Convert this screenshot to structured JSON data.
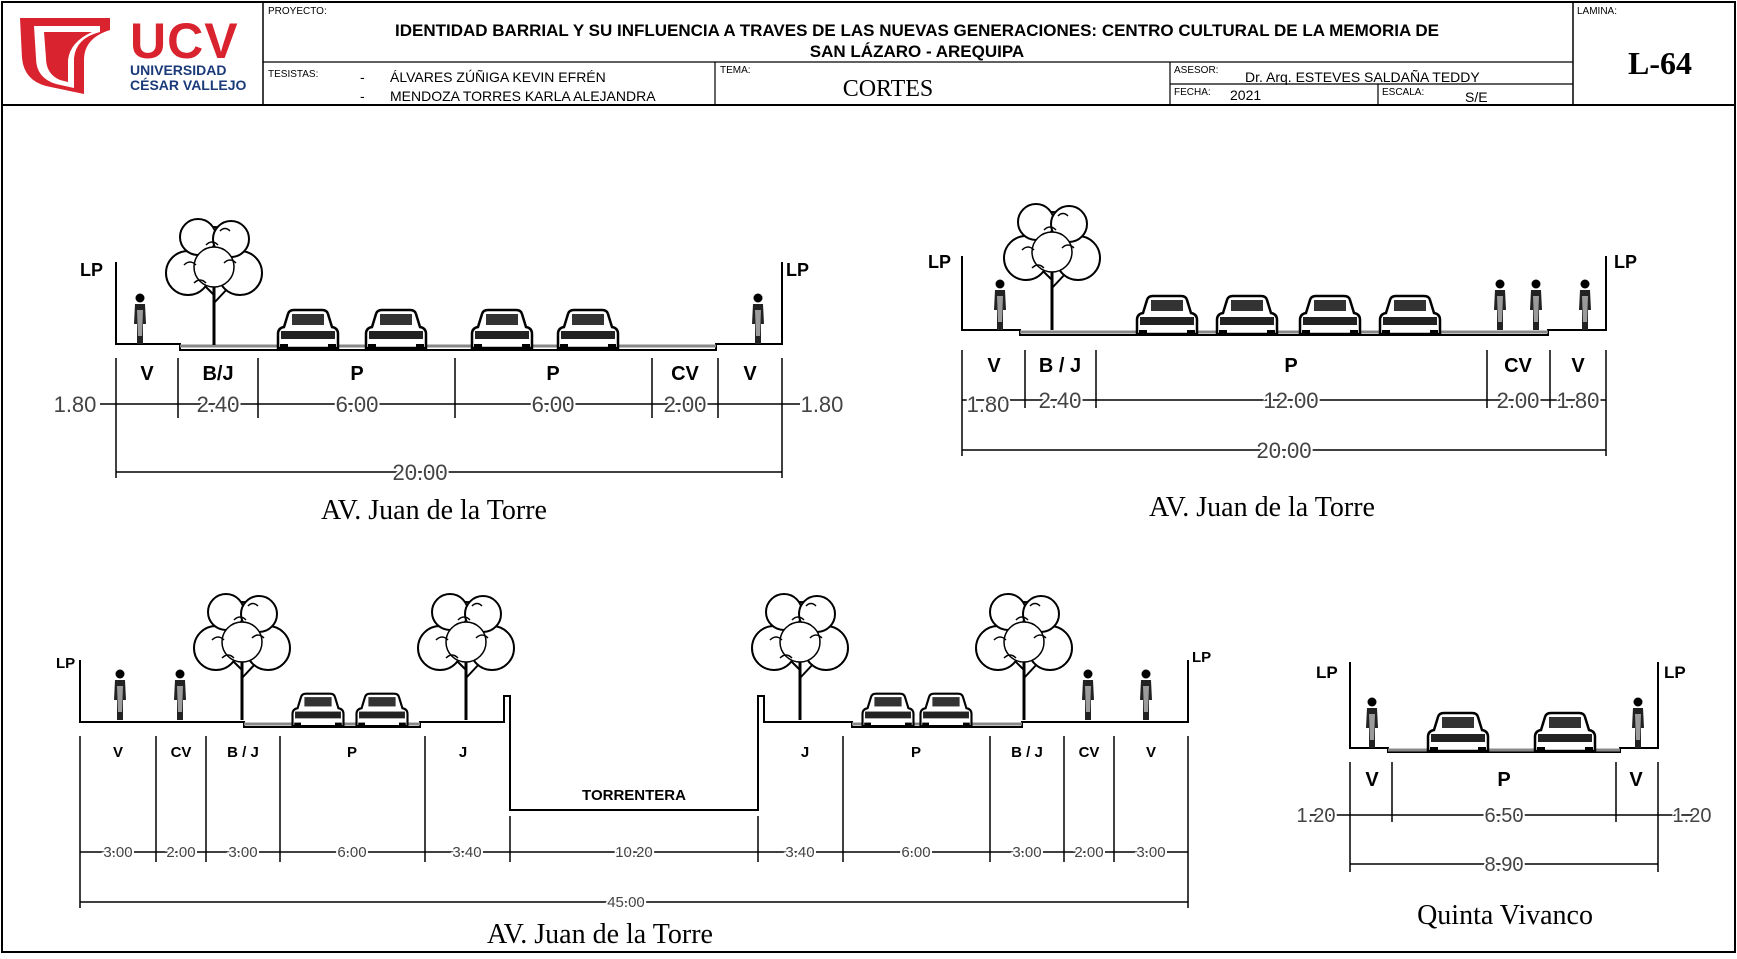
{
  "header": {
    "logo": {
      "acronym": "UCV",
      "line1": "UNIVERSIDAD",
      "line2": "CÉSAR VALLEJO",
      "colors": {
        "red": "#d9232e",
        "navy": "#1b3a7a"
      }
    },
    "proyecto_label": "PROYECTO:",
    "proyecto_line1": "IDENTIDAD BARRIAL Y SU INFLUENCIA A TRAVES DE LAS NUEVAS GENERACIONES: CENTRO CULTURAL DE LA MEMORIA DE",
    "proyecto_line2": "SAN LÁZARO - AREQUIPA",
    "tesistas_label": "TESISTAS:",
    "tesista1": "ÁLVARES ZÚÑIGA KEVIN EFRÉN",
    "tesista2": "MENDOZA TORRES KARLA ALEJANDRA",
    "tesista_dash": "-",
    "tema_label": "TEMA:",
    "tema": "CORTES",
    "asesor_label": "ASESOR:",
    "asesor": "Dr. Arq. ESTEVES SALDAÑA TEDDY",
    "fecha_label": "FECHA:",
    "fecha": "2021",
    "escala_label": "ESCALA:",
    "escala": "S/E",
    "lamina_label": "LAMINA:",
    "lamina": "L-64"
  },
  "sections": {
    "s1": {
      "title": "AV. Juan de la Torre",
      "lp": "LP",
      "zones": [
        "V",
        "B/J",
        "P",
        "P",
        "CV",
        "V"
      ],
      "dims": [
        "1.80",
        "2.40",
        "6.00",
        "6.00",
        "2.00",
        "1.80"
      ],
      "total": "20.00"
    },
    "s2": {
      "title": "AV. Juan de la Torre",
      "lp": "LP",
      "zones": [
        "V",
        "B / J",
        "P",
        "CV",
        "V"
      ],
      "dims": [
        "1.80",
        "2.40",
        "12.00",
        "2.00",
        "1.80"
      ],
      "total": "20.00"
    },
    "s3": {
      "title": "AV. Juan de la Torre",
      "lp": "LP",
      "zones": [
        "V",
        "CV",
        "B / J",
        "P",
        "J",
        "TORRENTERA",
        "J",
        "P",
        "B / J",
        "CV",
        "V"
      ],
      "dims": [
        "3.00",
        "2.00",
        "3.00",
        "6.00",
        "3.40",
        "10.20",
        "3.40",
        "6.00",
        "3.00",
        "2.00",
        "3.00"
      ],
      "total": "45.00"
    },
    "s4": {
      "title": "Quinta Vivanco",
      "lp": "LP",
      "zones": [
        "V",
        "P",
        "V"
      ],
      "dims": [
        "1.20",
        "6.50",
        "1.20"
      ],
      "total": "8.90"
    }
  }
}
